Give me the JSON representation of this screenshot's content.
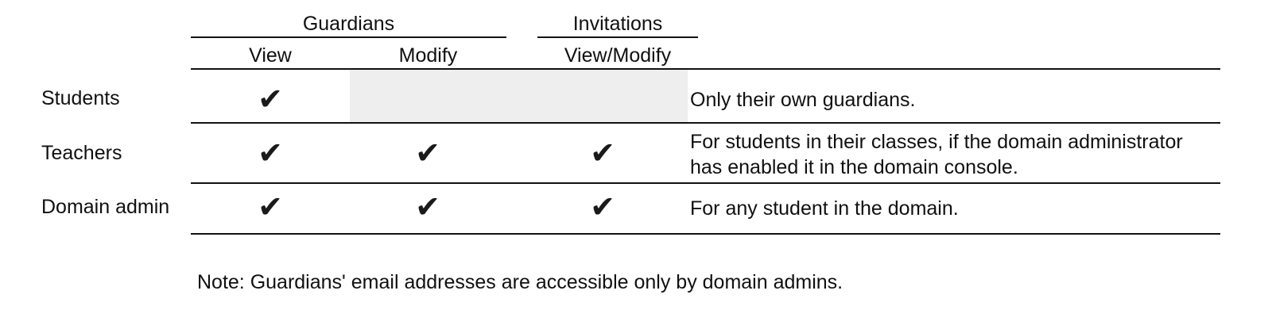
{
  "table": {
    "name": "guardian-permissions-table",
    "column_groups": [
      {
        "label": "Guardians",
        "span": 2
      },
      {
        "label": "Invitations",
        "span": 1
      }
    ],
    "columns": [
      {
        "label": "View"
      },
      {
        "label": "Modify"
      },
      {
        "label": "View/Modify"
      }
    ],
    "row_header_label": "",
    "rows": [
      {
        "label": "Students",
        "cells": [
          {
            "state": "check",
            "glyph": "✔"
          },
          {
            "state": "shaded",
            "glyph": ""
          },
          {
            "state": "shaded",
            "glyph": ""
          }
        ],
        "description_lines": [
          "Only their own guardians."
        ]
      },
      {
        "label": "Teachers",
        "cells": [
          {
            "state": "check",
            "glyph": "✔"
          },
          {
            "state": "check",
            "glyph": "✔"
          },
          {
            "state": "check",
            "glyph": "✔"
          }
        ],
        "description_lines": [
          "For students in their classes, if the domain administrator",
          "has enabled it in the domain console."
        ]
      },
      {
        "label": "Domain admin",
        "cells": [
          {
            "state": "check",
            "glyph": "✔"
          },
          {
            "state": "check",
            "glyph": "✔"
          },
          {
            "state": "check",
            "glyph": "✔"
          }
        ],
        "description_lines": [
          "For any student in the domain."
        ]
      }
    ]
  },
  "note": "Note: Guardians' email addresses are accessible only by domain admins.",
  "colors": {
    "text": "#101010",
    "rule": "#111111",
    "shaded_cell": "#eeeeee",
    "background": "#ffffff",
    "check": "#1a1a1a"
  }
}
